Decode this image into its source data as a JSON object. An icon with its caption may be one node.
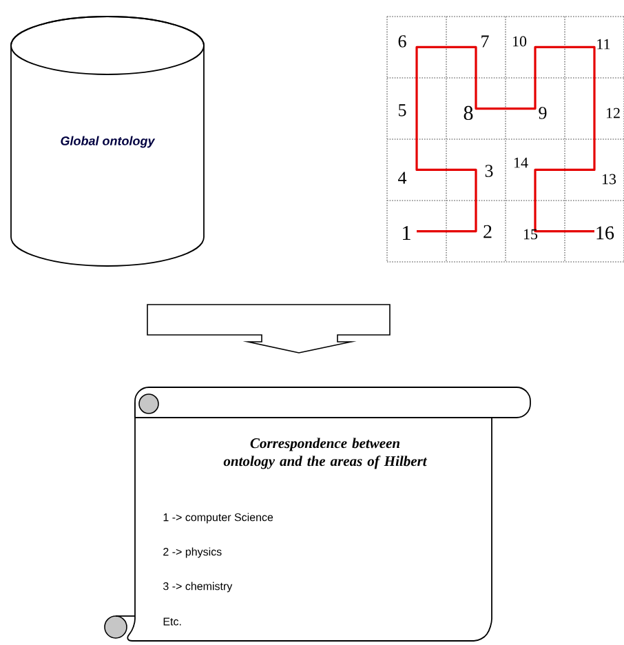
{
  "diagram": {
    "nodes": [
      {
        "text": [
          "Global ontology"
        ]
      },
      {
        "text": [],
        "shape": "arrow"
      },
      {
        "text": [
          "Correspondence between ontology and the areas of Hilbert",
          "1 -> computer Science",
          "2 -> physics",
          "3 -> chemistry",
          "Etc."
        ]
      }
    ],
    "labels": [
      "6",
      "7",
      "10",
      "11",
      "5",
      "8",
      "9",
      "12",
      "4",
      "3",
      "14",
      "13",
      "1",
      "2",
      "15",
      "16"
    ]
  }
}
